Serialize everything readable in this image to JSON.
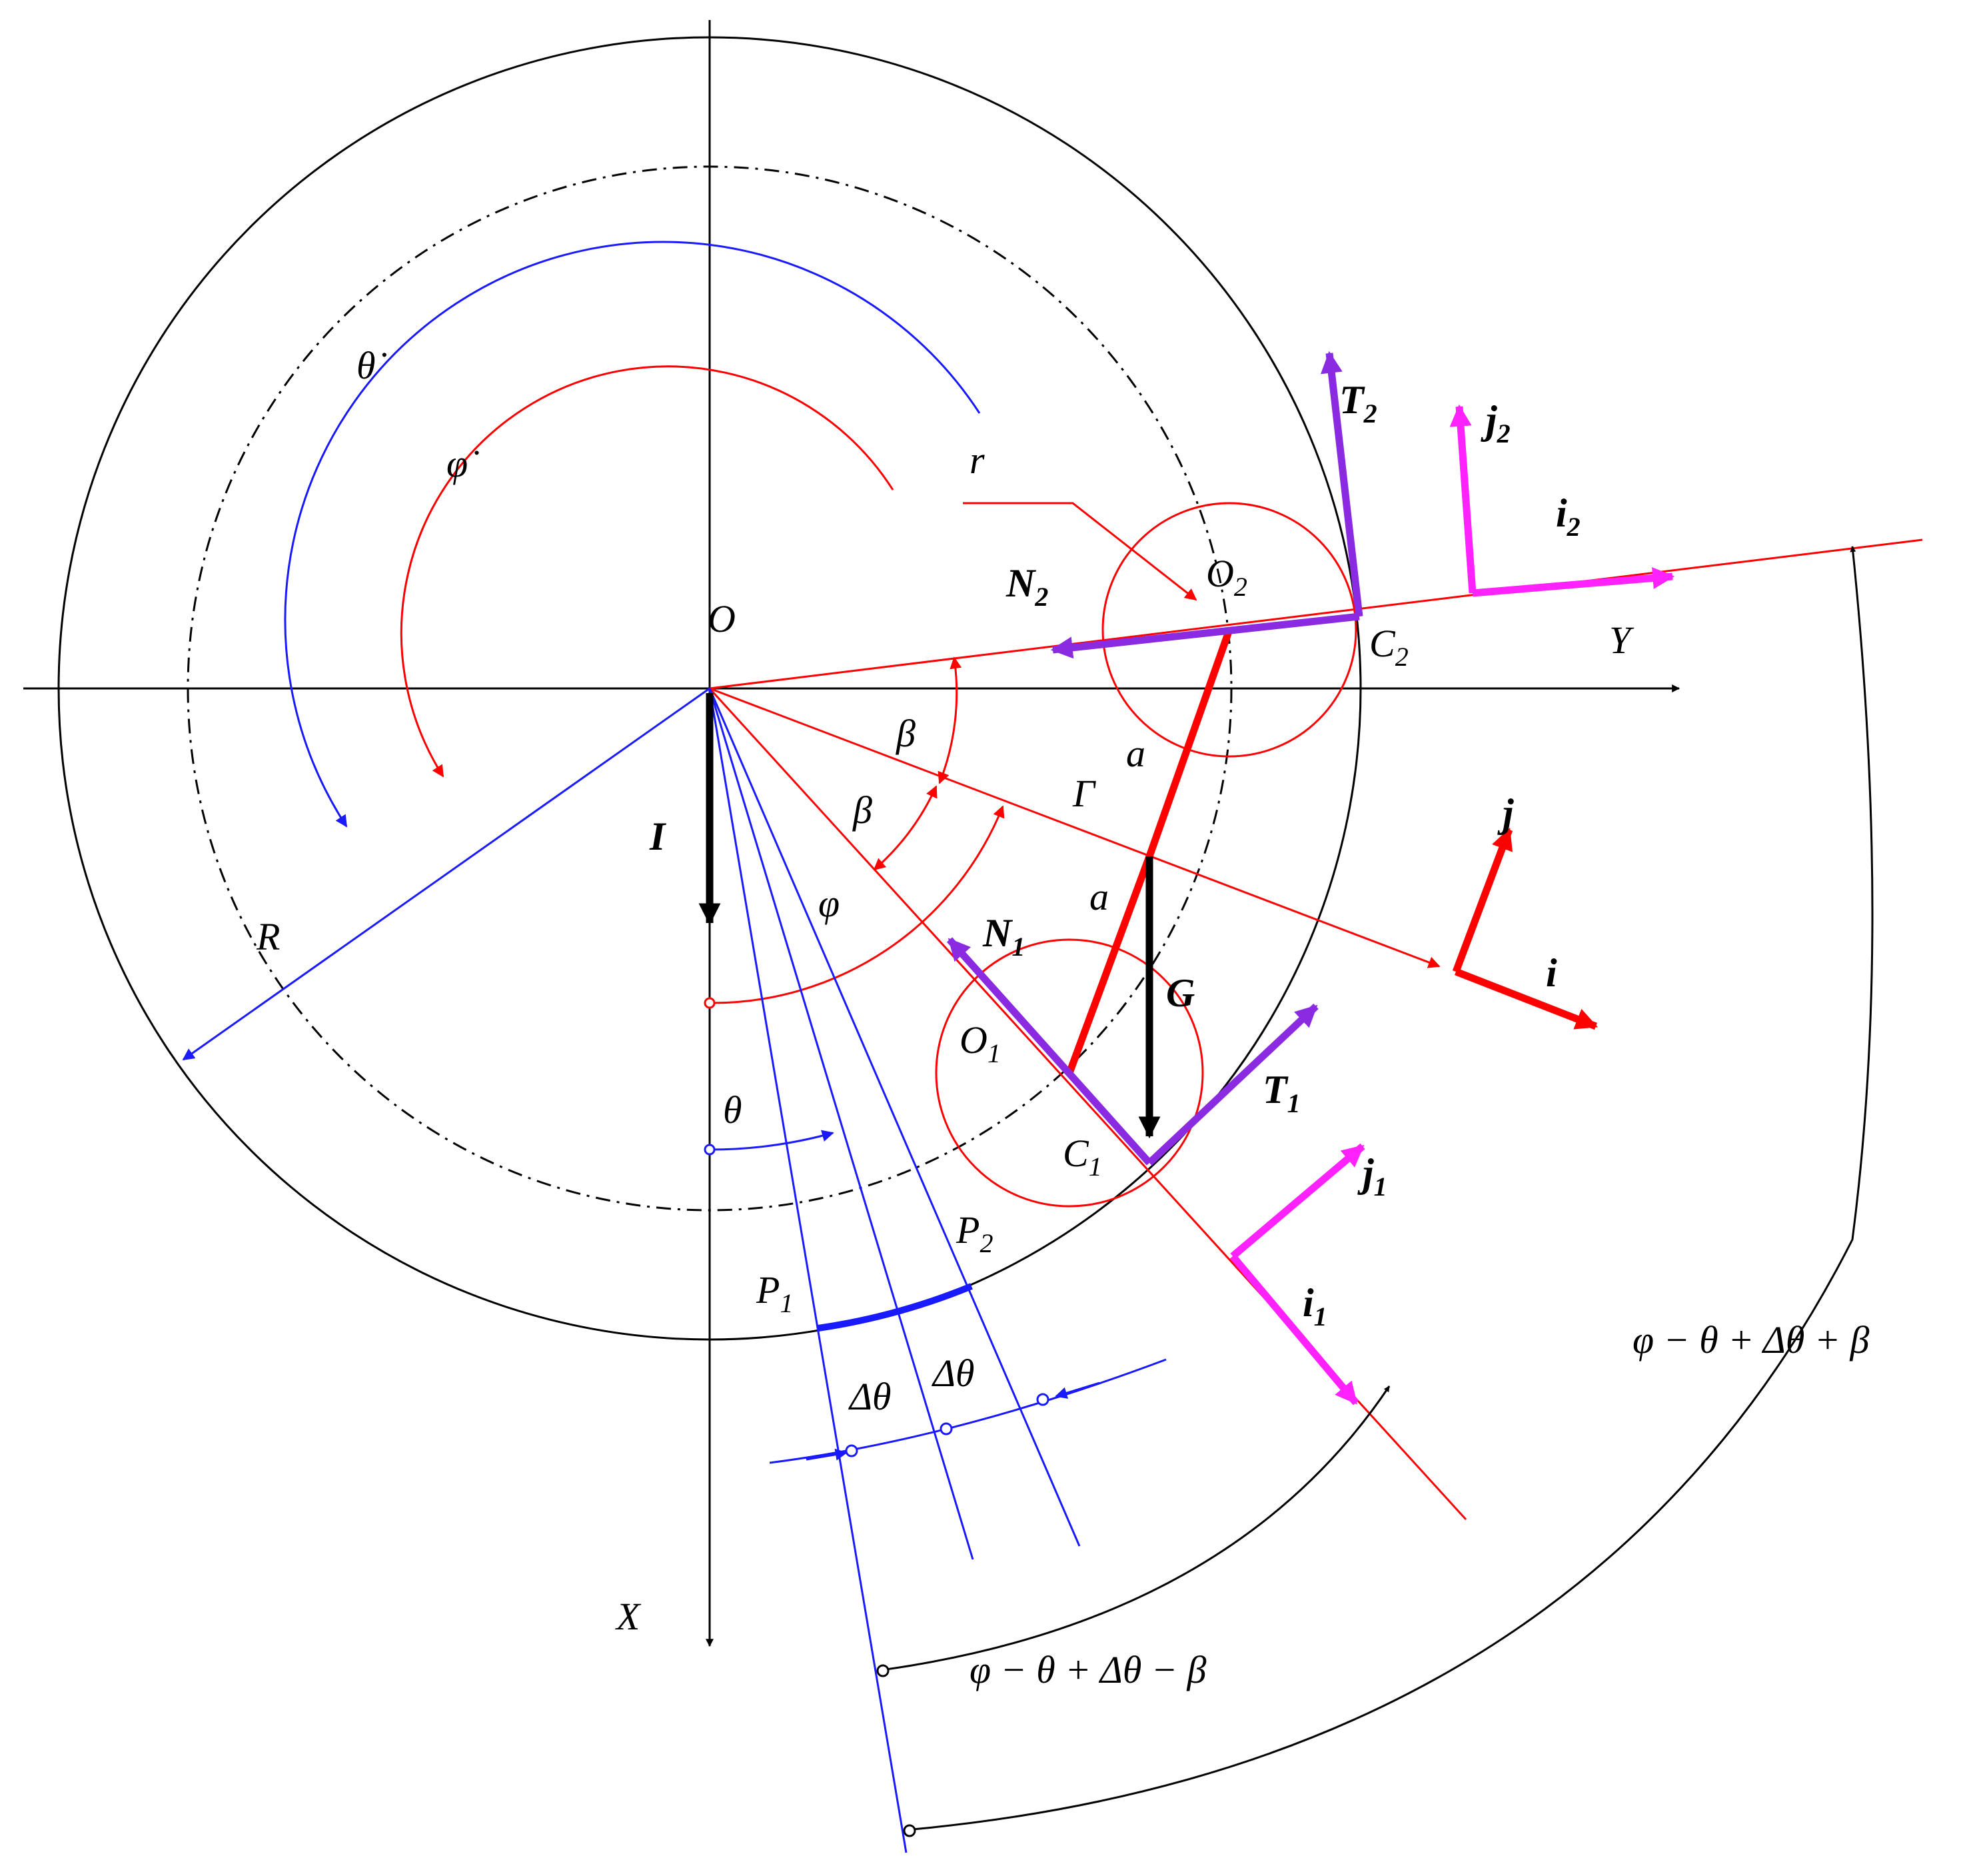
{
  "colors": {
    "axis": "#000000",
    "blue": "#1a1aff",
    "red": "#ff0000",
    "violet": "#8a2be2",
    "magenta": "#ff22ff"
  },
  "labels": {
    "O": "O",
    "X": "X",
    "Y": "Y",
    "R": "R",
    "r": "r",
    "theta_dot": "θ̇",
    "phi_dot": "φ̇",
    "beta_1": "β",
    "beta_2": "β",
    "phi": "φ",
    "gamma": "Γ",
    "a_1": "a",
    "a_2": "a",
    "theta": "θ",
    "I": "I",
    "G": "G",
    "O1": "O",
    "O1_sub": "1",
    "O2": "O",
    "O2_sub": "2",
    "C1": "C",
    "C1_sub": "1",
    "C2": "C",
    "C2_sub": "2",
    "N1": "N",
    "N1_sub": "1",
    "N2": "N",
    "N2_sub": "2",
    "T1": "T",
    "T1_sub": "1",
    "T2": "T",
    "T2_sub": "2",
    "i": "i",
    "j": "j",
    "i1": "i",
    "i1_sub": "1",
    "j1": "j",
    "j1_sub": "1",
    "i2": "i",
    "i2_sub": "2",
    "j2": "j",
    "j2_sub": "2",
    "P1": "P",
    "P1_sub": "1",
    "P2": "P",
    "P2_sub": "2",
    "dtheta_1": "Δθ",
    "dtheta_2": "Δθ",
    "angle_plus": "φ − θ + Δθ + β",
    "angle_minus": "φ − θ + Δθ − β"
  }
}
